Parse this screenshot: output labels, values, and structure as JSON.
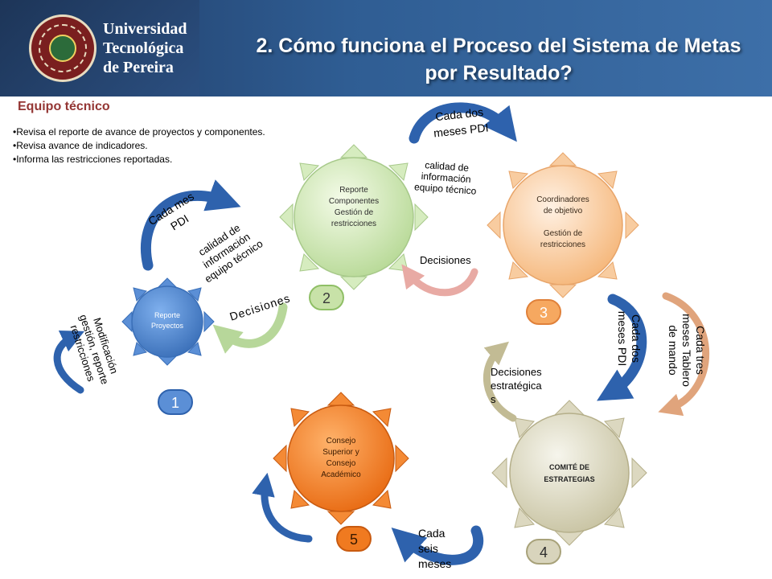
{
  "header": {
    "logo_text": [
      "Universidad",
      "Tecnológica",
      "de Pereira"
    ],
    "title": "2. Cómo funciona el Proceso del Sistema de Metas por Resultado?"
  },
  "team": {
    "title": "Equipo técnico",
    "bullets": [
      "Revisa el reporte de avance de proyectos y componentes.",
      "Revisa avance de indicadores.",
      "Informa las restricciones reportadas."
    ]
  },
  "nodes": [
    {
      "number": "1",
      "label": [
        "Reporte",
        "Proyectos"
      ],
      "color": "#4a7fc8"
    },
    {
      "number": "2",
      "label": [
        "Reporte",
        "Componentes",
        "Gestión de",
        "restricciones"
      ],
      "color": "#c8e2a8"
    },
    {
      "number": "3",
      "label": [
        "Coordinadores",
        "de objetivo",
        "",
        "Gestión de",
        "restricciones"
      ],
      "color": "#f6bf8a"
    },
    {
      "number": "4",
      "label": [
        "COMITÉ DE",
        "ESTRATEGIAS"
      ],
      "color": "#cfcbb0"
    },
    {
      "number": "5",
      "label": [
        "Consejo",
        "Superior y",
        "Consejo",
        "Académico"
      ],
      "color": "#f07a20"
    }
  ],
  "annotations": {
    "cada_mes": [
      "Cada mes",
      "PDI"
    ],
    "calidad_left": [
      "calidad de",
      "información",
      "equipo técnico"
    ],
    "modificacion": [
      "Modificación",
      "gestión, reporte",
      "restricciones"
    ],
    "decisiones_1": "Decisiones",
    "cada_dos_top": [
      "Cada dos",
      "meses PDI"
    ],
    "calidad_top": [
      "calidad de",
      "información",
      "equipo técnico"
    ],
    "decisiones_2": "Decisiones",
    "cada_dos_right": [
      "Cada dos",
      "meses PDI"
    ],
    "cada_tres": [
      "Cada tres",
      "meses Tablero",
      "de mando"
    ],
    "decisiones_estrategicas": [
      "Decisiones",
      "estratégica",
      "s"
    ],
    "cada_seis": [
      "Cada",
      "seis",
      "meses"
    ]
  }
}
